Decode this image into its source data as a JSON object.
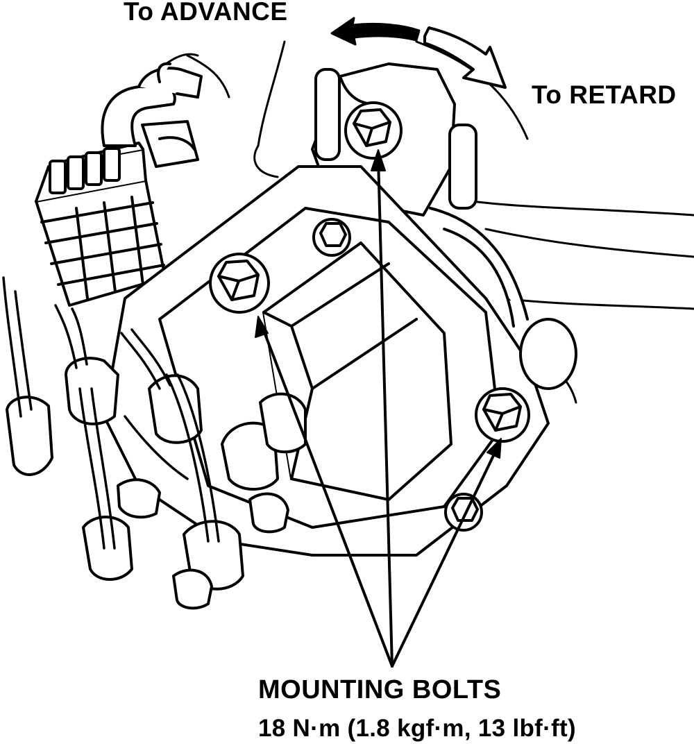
{
  "labels": {
    "advance": "To ADVANCE",
    "retard": "To RETARD",
    "bolts_title": "MOUNTING BOLTS",
    "torque_spec": "18 N·m (1.8 kgf·m, 13 lbf·ft)"
  },
  "colors": {
    "ink": "#000000",
    "paper": "#ffffff"
  }
}
